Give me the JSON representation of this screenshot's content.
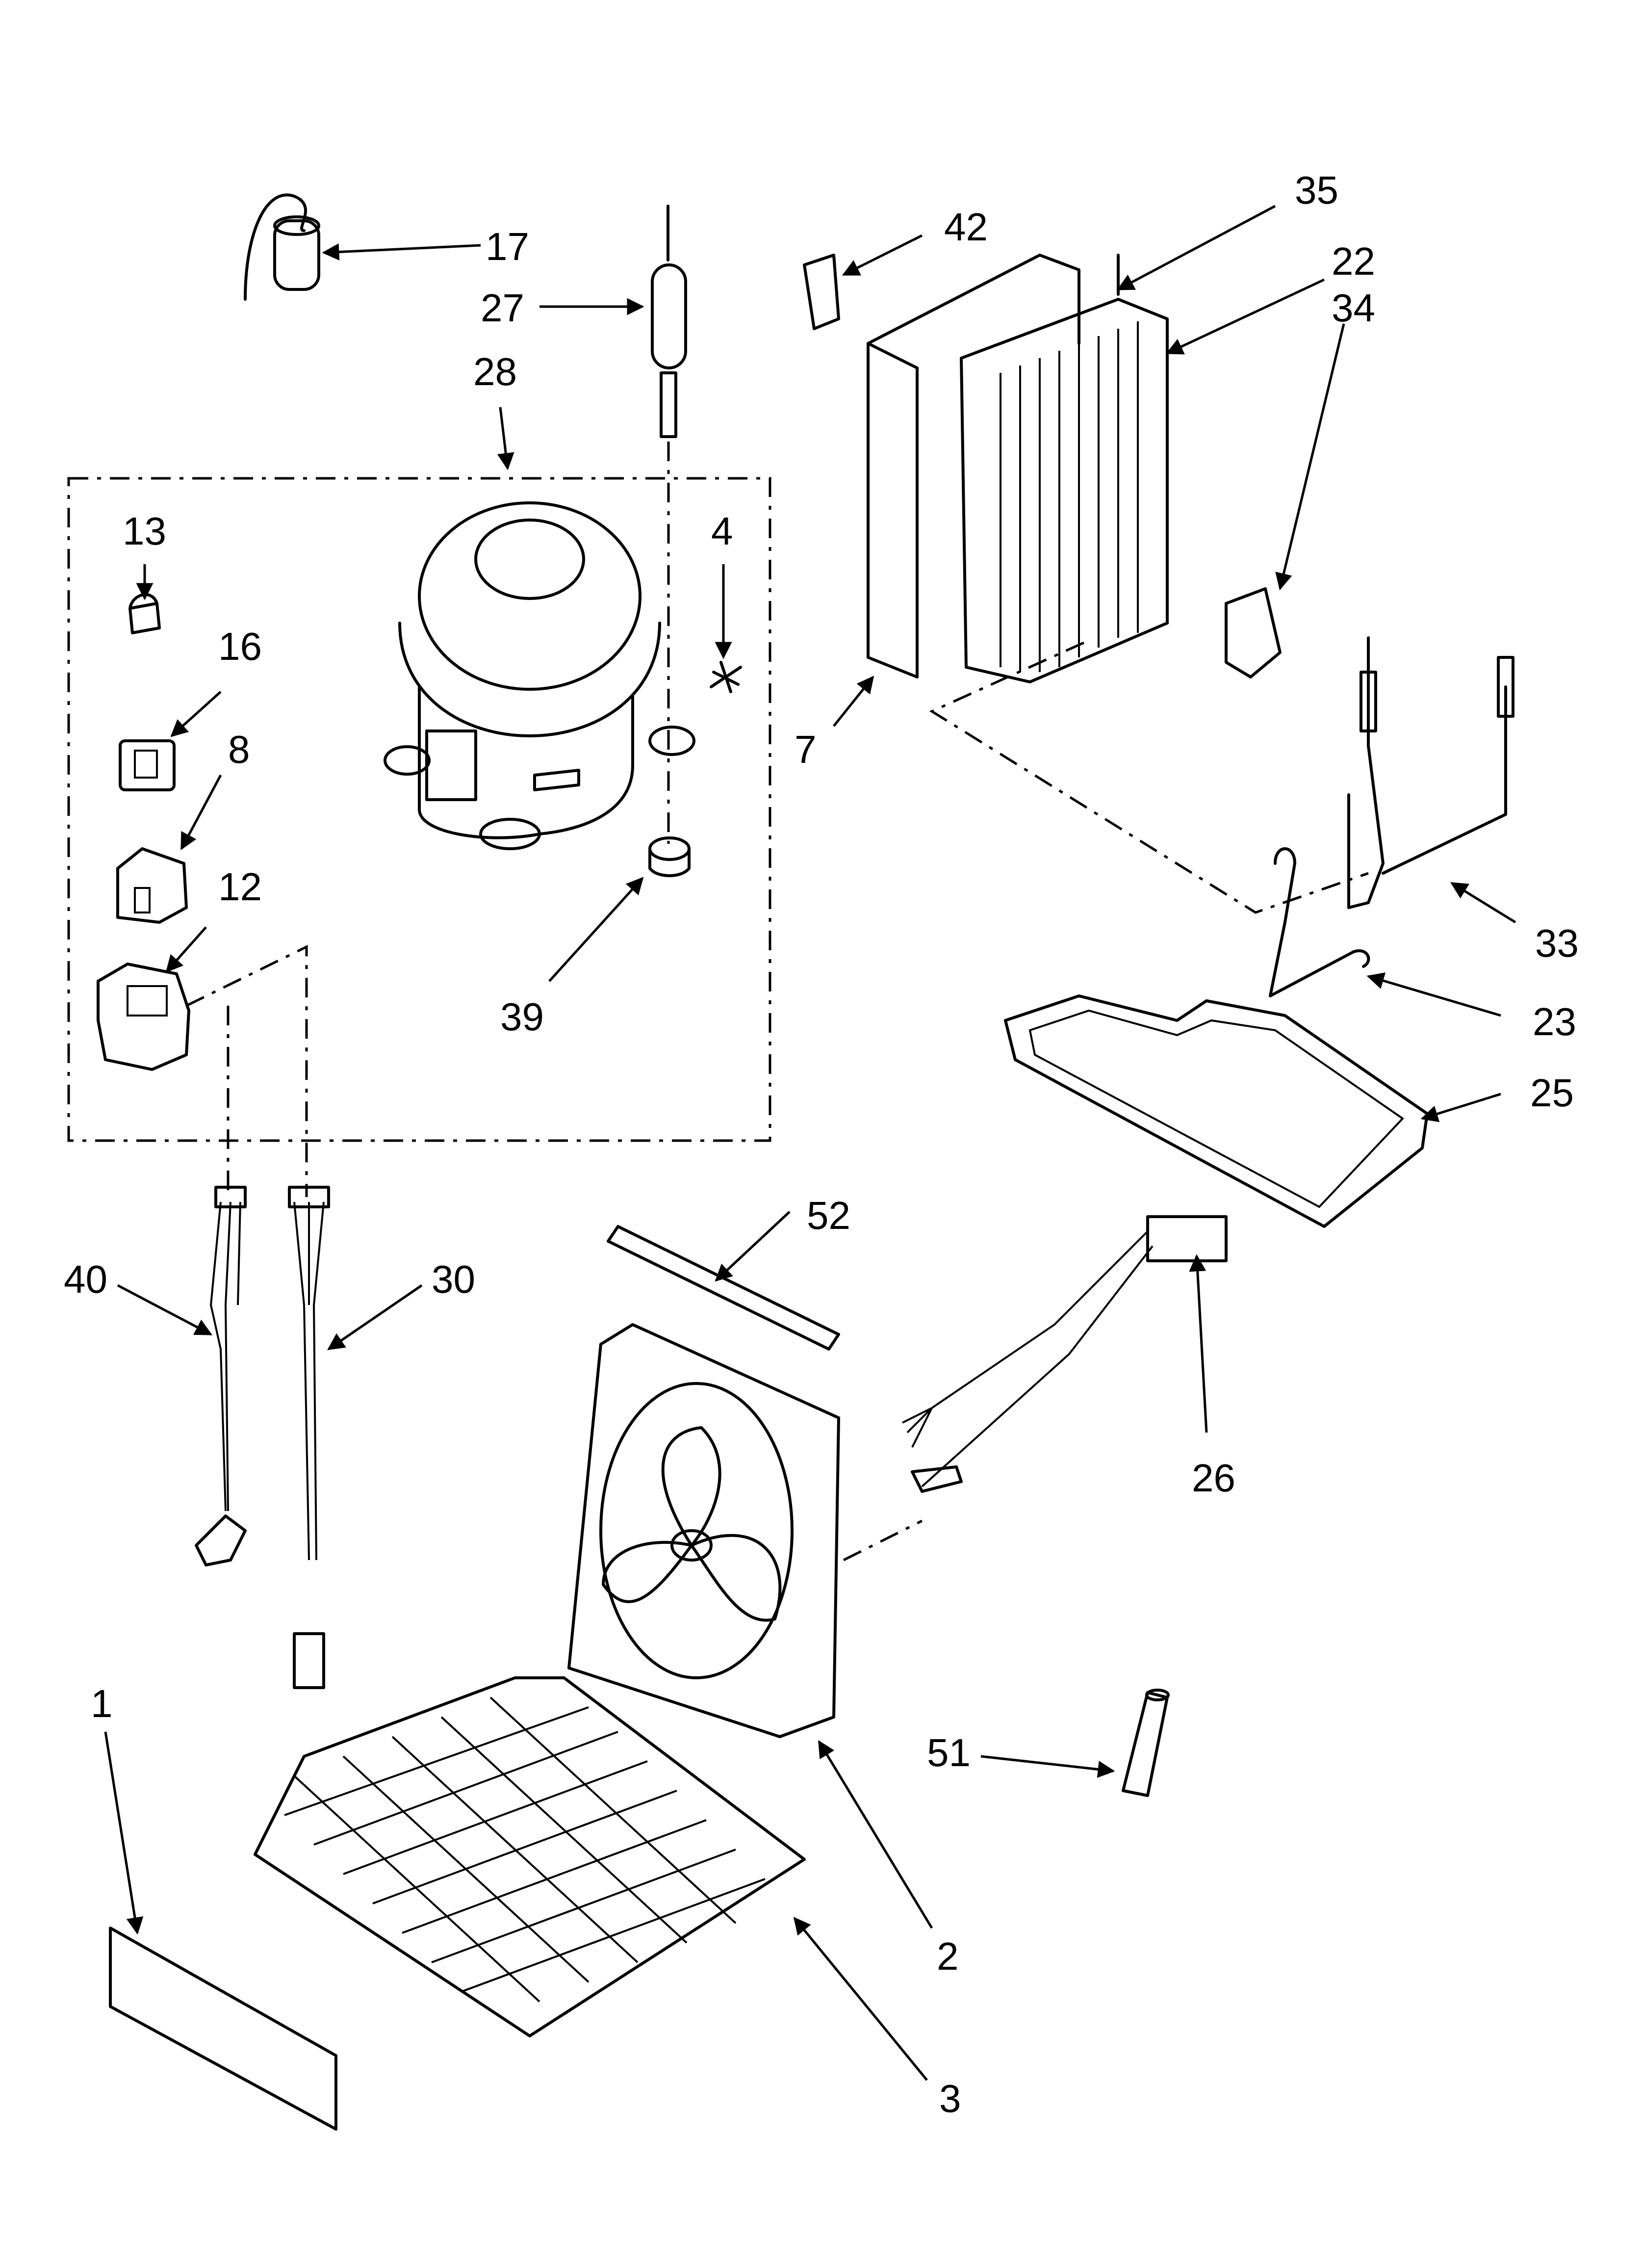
{
  "callouts": [
    {
      "id": "part-17",
      "label": "17"
    },
    {
      "id": "part-27",
      "label": "27"
    },
    {
      "id": "part-28",
      "label": "28"
    },
    {
      "id": "part-13",
      "label": "13"
    },
    {
      "id": "part-4",
      "label": "4"
    },
    {
      "id": "part-16",
      "label": "16"
    },
    {
      "id": "part-8",
      "label": "8"
    },
    {
      "id": "part-12",
      "label": "12"
    },
    {
      "id": "part-39",
      "label": "39"
    },
    {
      "id": "part-42",
      "label": "42"
    },
    {
      "id": "part-35",
      "label": "35"
    },
    {
      "id": "part-22",
      "label": "22"
    },
    {
      "id": "part-34",
      "label": "34"
    },
    {
      "id": "part-7",
      "label": "7"
    },
    {
      "id": "part-33",
      "label": "33"
    },
    {
      "id": "part-23",
      "label": "23"
    },
    {
      "id": "part-25",
      "label": "25"
    },
    {
      "id": "part-52",
      "label": "52"
    },
    {
      "id": "part-40",
      "label": "40"
    },
    {
      "id": "part-30",
      "label": "30"
    },
    {
      "id": "part-26",
      "label": "26"
    },
    {
      "id": "part-1",
      "label": "1"
    },
    {
      "id": "part-51",
      "label": "51"
    },
    {
      "id": "part-2",
      "label": "2"
    },
    {
      "id": "part-3",
      "label": "3"
    }
  ],
  "icons": {
    "compressor": "compressor-icon",
    "evaporator": "evaporator-coil-icon",
    "fan": "condenser-fan-icon",
    "condenser": "condenser-coil-icon"
  }
}
